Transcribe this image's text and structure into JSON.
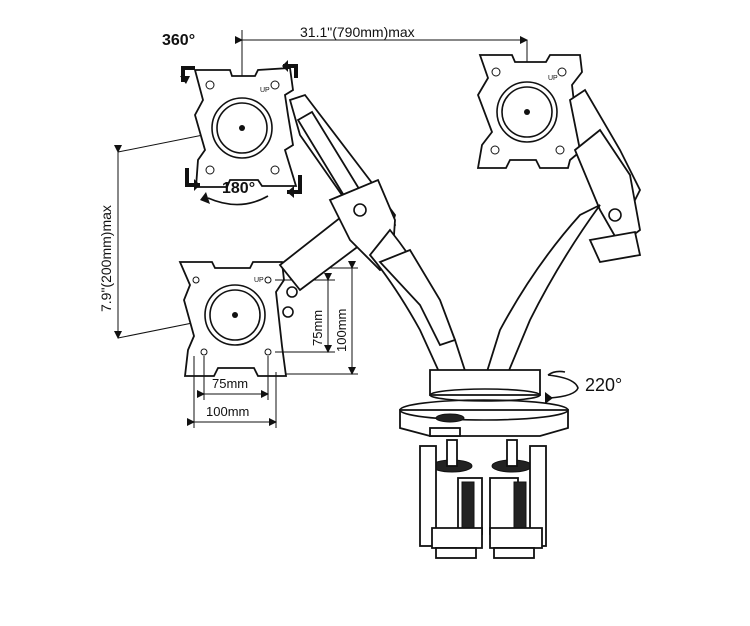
{
  "labels": {
    "rotate_360": "360°",
    "tilt_180": "180°",
    "swivel_220": "220°",
    "width_max": "31.1\"(790mm)max",
    "height_max": "7.9\"(200mm)max",
    "vesa_75_h": "75mm",
    "vesa_100_h": "100mm",
    "vesa_75_v": "75mm",
    "vesa_100_v": "100mm",
    "up_mark": "UP"
  },
  "colors": {
    "line": "#111111",
    "background": "#ffffff"
  }
}
